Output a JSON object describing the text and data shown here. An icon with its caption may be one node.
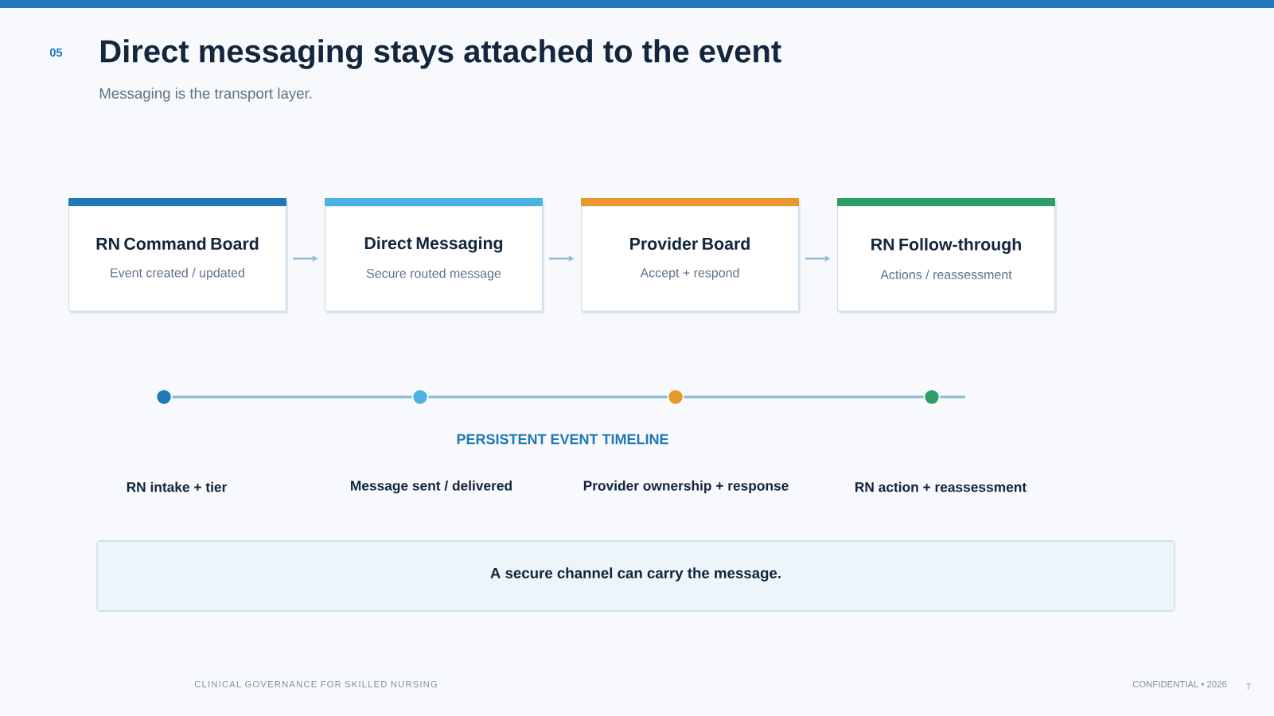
{
  "diagram": {
    "title": "Direct messaging stays attached to the event",
    "nodes": [
      {
        "text": [
          "RN Command Board",
          "Event created / updated"
        ]
      },
      {
        "text": [
          "Direct Messaging",
          "Secure routed message"
        ]
      },
      {
        "text": [
          "Provider Board",
          "Accept + respond"
        ]
      },
      {
        "text": [
          "RN Follow-through",
          "Actions / reassessment"
        ]
      },
      {
        "text": [],
        "shape": "circle"
      },
      {
        "text": [],
        "shape": "circle"
      },
      {
        "text": [],
        "shape": "circle"
      },
      {
        "text": [],
        "shape": "circle"
      }
    ],
    "edges": [
      {
        "from": 0,
        "to": 1,
        "arrow": "to"
      },
      {
        "from": 1,
        "to": 2,
        "arrow": "to"
      },
      {
        "from": 2,
        "to": 3,
        "arrow": "to"
      },
      {
        "from": 4,
        "to": 5,
        "arrow": "none"
      },
      {
        "from": 5,
        "to": 6,
        "arrow": "none"
      },
      {
        "from": 6,
        "to": 7,
        "arrow": "none"
      },
      {
        "from": 7,
        "to": null,
        "arrow": "none"
      }
    ],
    "labels": [
      "05",
      "Messaging is the transport layer.",
      "PERSISTENT EVENT TIMELINE",
      "RN intake + tier",
      "Message sent / delivered",
      "Provider ownership + response",
      "RN action + reassessment",
      "A secure channel can carry the message.",
      "CLINICAL GOVERNANCE FOR SKILLED NURSING",
      "CONFIDENTIAL • 2026",
      "7"
    ]
  }
}
